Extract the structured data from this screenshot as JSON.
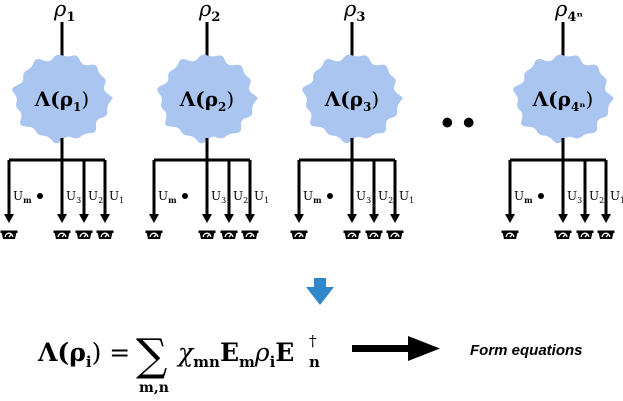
{
  "colors": {
    "blob": "#a9c5f0",
    "ink": "#000000",
    "arrow_down": "#2f86c9"
  },
  "channels": [
    {
      "rho_label": "ρ",
      "rho_sub": "1",
      "lambda_label": "Λ(ρ",
      "lambda_sub": "1",
      "lambda_close": ")",
      "unitaries": [
        "U",
        "U",
        "U",
        "U"
      ],
      "unitary_subs": [
        "m",
        "3",
        "2",
        "1"
      ]
    },
    {
      "rho_label": "ρ",
      "rho_sub": "2",
      "lambda_label": "Λ(ρ",
      "lambda_sub": "2",
      "lambda_close": ")",
      "unitaries": [
        "U",
        "U",
        "U",
        "U"
      ],
      "unitary_subs": [
        "m",
        "3",
        "2",
        "1"
      ]
    },
    {
      "rho_label": "ρ",
      "rho_sub": "3",
      "lambda_label": "Λ(ρ",
      "lambda_sub": "3",
      "lambda_close": ")",
      "unitaries": [
        "U",
        "U",
        "U",
        "U"
      ],
      "unitary_subs": [
        "m",
        "3",
        "2",
        "1"
      ]
    },
    {
      "rho_label": "ρ",
      "rho_sub": "4ⁿ",
      "lambda_label": "Λ(ρ",
      "lambda_sub": "4ⁿ",
      "lambda_close": ")",
      "unitaries": [
        "U",
        "U",
        "U",
        "U"
      ],
      "unitary_subs": [
        "m",
        "3",
        "2",
        "1"
      ]
    }
  ],
  "ellipsis": "• •",
  "formula": {
    "lhs": "Λ(ρ",
    "lhs_sub": "i",
    "lhs_close": ") =",
    "sum_symbol": "∑",
    "sum_index": "m,n",
    "chi": "χ",
    "chi_sub": "mn",
    "E1": "E",
    "E1_sub": "m",
    "rho": "ρ",
    "rho_sub": "i",
    "E2": "E",
    "E2_sub": "n",
    "E2_sup": "†"
  },
  "result_label": "Form equations"
}
